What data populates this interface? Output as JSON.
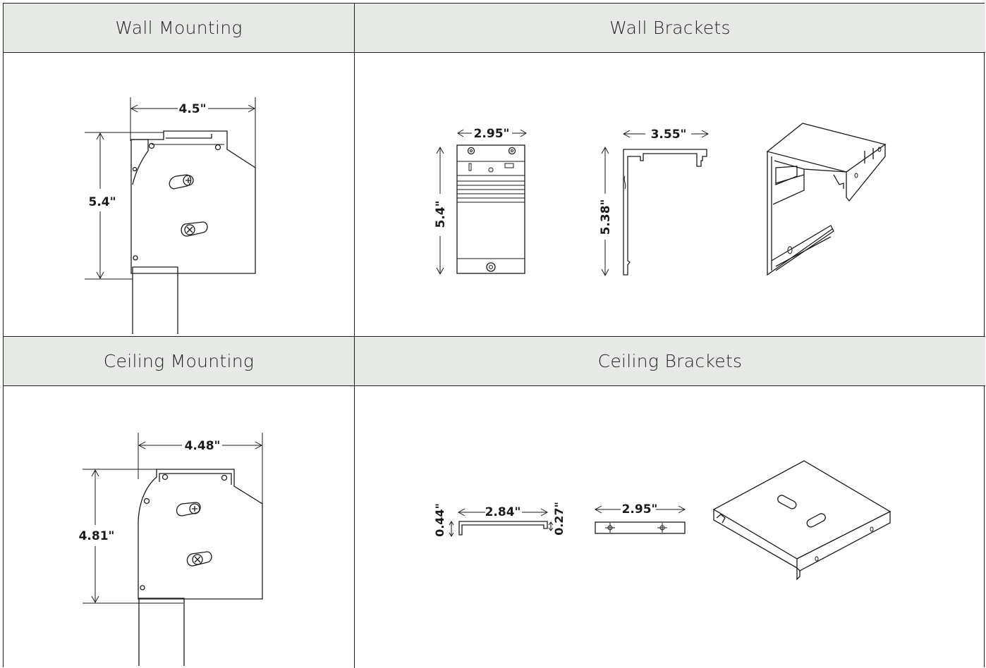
{
  "headers": {
    "wall_mounting": "Wall Mounting",
    "wall_brackets": "Wall Brackets",
    "ceiling_mounting": "Ceiling Mounting",
    "ceiling_brackets": "Ceiling Brackets"
  },
  "wall_mounting": {
    "width": "4.5\"",
    "height": "5.4\""
  },
  "wall_brackets": {
    "front_width": "2.95\"",
    "front_height": "5.4\"",
    "side_width": "3.55\"",
    "side_height": "5.38\""
  },
  "ceiling_mounting": {
    "width": "4.48\"",
    "height": "4.81\""
  },
  "ceiling_brackets": {
    "profile_width": "2.84\"",
    "profile_left_height": "0.44\"",
    "profile_right_height": "0.27\"",
    "top_width": "2.95\""
  },
  "colors": {
    "header_bg": "#e7e9e6",
    "line": "#1a1a1a"
  }
}
